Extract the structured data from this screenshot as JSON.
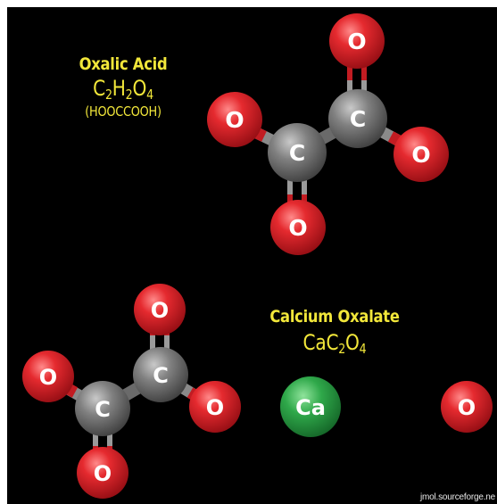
{
  "colors": {
    "background": "#000000",
    "caption_text": "#f2e73a",
    "oxygen": "#d41e26",
    "carbon": "#7a7a7a",
    "calcium": "#2fa84a",
    "atom_label": "#ffffff",
    "watermark": "#e8e8e8"
  },
  "oxalic_acid": {
    "title": "Oxalic Acid",
    "formula": {
      "c": "C",
      "c_n": "2",
      "h": "H",
      "h_n": "2",
      "o": "O",
      "o_n": "4"
    },
    "structure": "(HOOCCOOH)"
  },
  "calcium_oxalate": {
    "title": "Calcium Oxalate",
    "formula": {
      "ca": "CaC",
      "c_n": "2",
      "o": "O",
      "o_n": "4"
    }
  },
  "atom_labels": {
    "oxygen": "O",
    "carbon": "C",
    "calcium": "Ca"
  },
  "watermark": "jmol.sourceforge.ne"
}
